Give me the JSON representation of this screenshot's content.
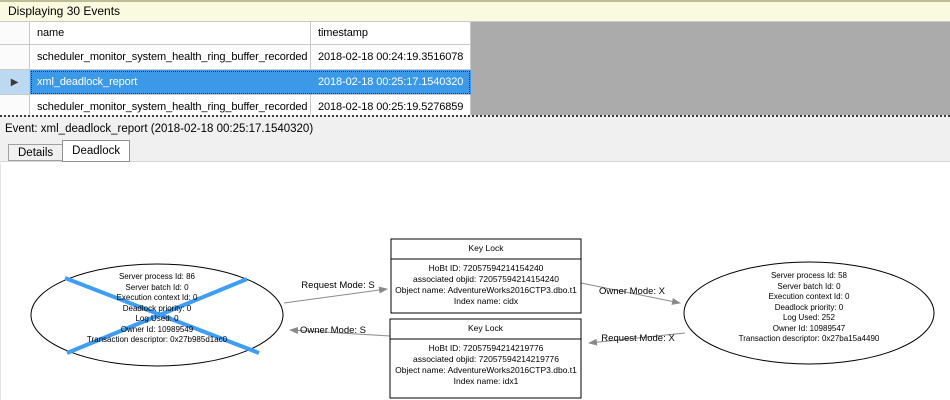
{
  "window": {
    "events_bar_title": "Displaying 30 Events"
  },
  "events_table": {
    "columns": [
      {
        "label": "name"
      },
      {
        "label": "timestamp"
      }
    ],
    "selected_row_marker": "▶",
    "rows": [
      {
        "name": "scheduler_monitor_system_health_ring_buffer_recorded",
        "timestamp": "2018-02-18 00:24:19.3516078",
        "selected": false
      },
      {
        "name": "xml_deadlock_report",
        "timestamp": "2018-02-18 00:25:17.1540320",
        "selected": true
      },
      {
        "name": "scheduler_monitor_system_health_ring_buffer_recorded",
        "timestamp": "2018-02-18 00:25:19.5276859",
        "selected": false
      }
    ],
    "displayed_event_count": 30
  },
  "event_detail": {
    "header": "Event: xml_deadlock_report (2018-02-18 00:25:17.1540320)"
  },
  "tabs": [
    {
      "label": "Details",
      "active": false
    },
    {
      "label": "Deadlock",
      "active": true
    }
  ],
  "deadlock_graph": {
    "processes": [
      {
        "role": "victim",
        "lines": [
          "Server process Id: 86",
          "Server batch Id: 0",
          "Execution context Id: 0",
          "Deadlock priority: 0",
          "Log Used: 0",
          "Owner Id: 10989549",
          "Transaction descriptor: 0x27b985d1ac0"
        ]
      },
      {
        "role": "survivor",
        "lines": [
          "Server process Id: 58",
          "Server batch Id: 0",
          "Execution context Id: 0",
          "Deadlock priority: 0",
          "Log Used: 252",
          "Owner Id: 10989547",
          "Transaction descriptor: 0x27ba15a4490"
        ]
      }
    ],
    "resources": [
      {
        "title": "Key Lock",
        "lines": [
          "HoBt ID: 72057594214154240",
          "associated objid: 72057594214154240",
          "Object name: AdventureWorks2016CTP3.dbo.t1",
          "Index name: cidx"
        ]
      },
      {
        "title": "Key Lock",
        "lines": [
          "HoBt ID: 72057594214219776",
          "associated objid: 72057594214219776",
          "Object name: AdventureWorks2016CTP3.dbo.t1",
          "Index name: idx1"
        ]
      }
    ],
    "edge_labels": {
      "left_top": "Request Mode: S",
      "left_bottom": "Owner Mode: S",
      "right_top": "Owner Mode: X",
      "right_bottom": "Request Mode: X"
    }
  },
  "colors": {
    "selection_blue": "#3b99e8",
    "victim_cross_blue": "#3e9ef7",
    "grid_empty_gray": "#ababab",
    "events_bar_bg": "#fafae1"
  }
}
